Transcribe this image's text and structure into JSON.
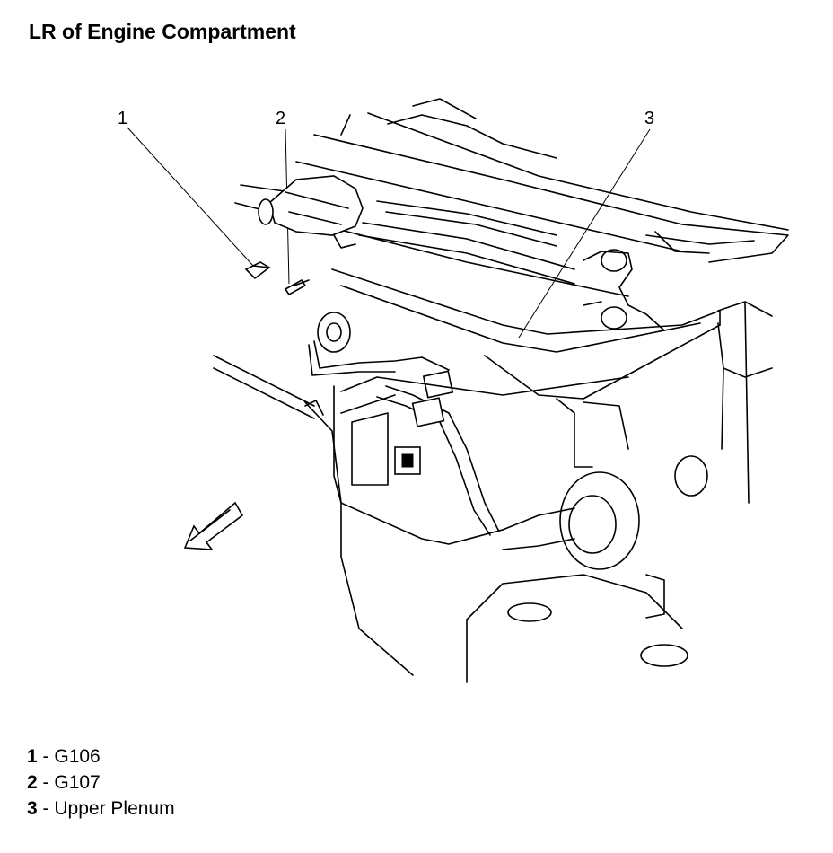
{
  "title": "LR of Engine Compartment",
  "callouts": [
    {
      "number": "1",
      "label": "G106"
    },
    {
      "number": "2",
      "label": "G107"
    },
    {
      "number": "3",
      "label": "Upper Plenum"
    }
  ]
}
